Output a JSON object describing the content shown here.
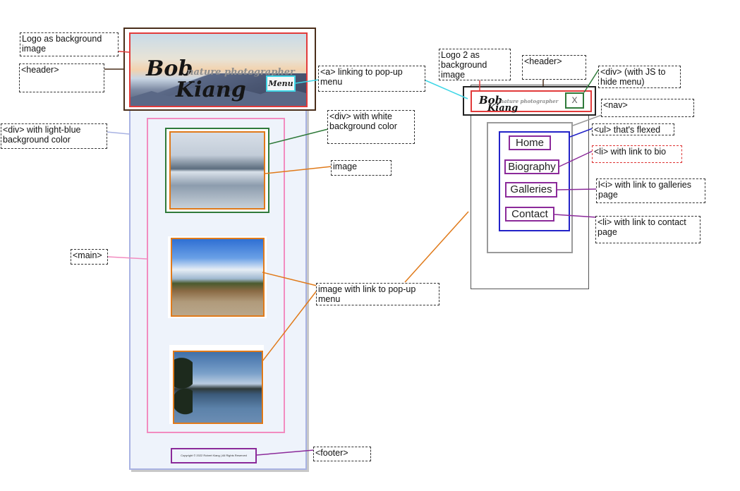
{
  "left_mockup": {
    "logo_name_line1": "Bob",
    "logo_name_line2": "Kiang",
    "logo_tagline": "nature photographer",
    "menu_button": "Menu",
    "footer_text": "Copyright © 2022   Robert Kiang   |   All Rights Reserved"
  },
  "right_mockup": {
    "logo_name_line1": "Bob",
    "logo_name_line2": "Kiang",
    "logo_tagline": "nature photographer",
    "close_button": "X",
    "nav_items": [
      "Home",
      "Biography",
      "Galleries",
      "Contact"
    ]
  },
  "labels": {
    "logo_bg": "Logo as background\nimage",
    "header_left": "<header>",
    "light_blue_div": "<div> with light-blue\nbackground color",
    "main": "<main>",
    "a_link": "<a> linking to pop-up\nmenu",
    "white_div": "<div> with white\nbackground color",
    "image": "image",
    "image_link": "image with link to pop-up\nmenu",
    "footer": "<footer>",
    "logo2": "Logo 2 as\nbackground\nimage",
    "header_right": "<header>",
    "div_js": "<div> (with JS to\nhide menu)",
    "nav": "<nav>",
    "ul": "<ul> that's flexed",
    "li_bio": "<li> with link to bio",
    "li_galleries": "l<i> with link to galleries\npage",
    "li_contact": "<li> with link to contact\npage"
  },
  "colors": {
    "header_outline": "#4a2e1a",
    "logo_outline": "#e23b3b",
    "menu_outline": "#3fd6e6",
    "main_outline": "#f28cc0",
    "white_div_outline": "#2f7a3a",
    "image_outline": "#e07a1a",
    "footer_outline": "#8b2a9a",
    "page_outline": "#a9b3e3",
    "ul_outline": "#2323c8",
    "nav_outline": "#9a9a9a"
  }
}
